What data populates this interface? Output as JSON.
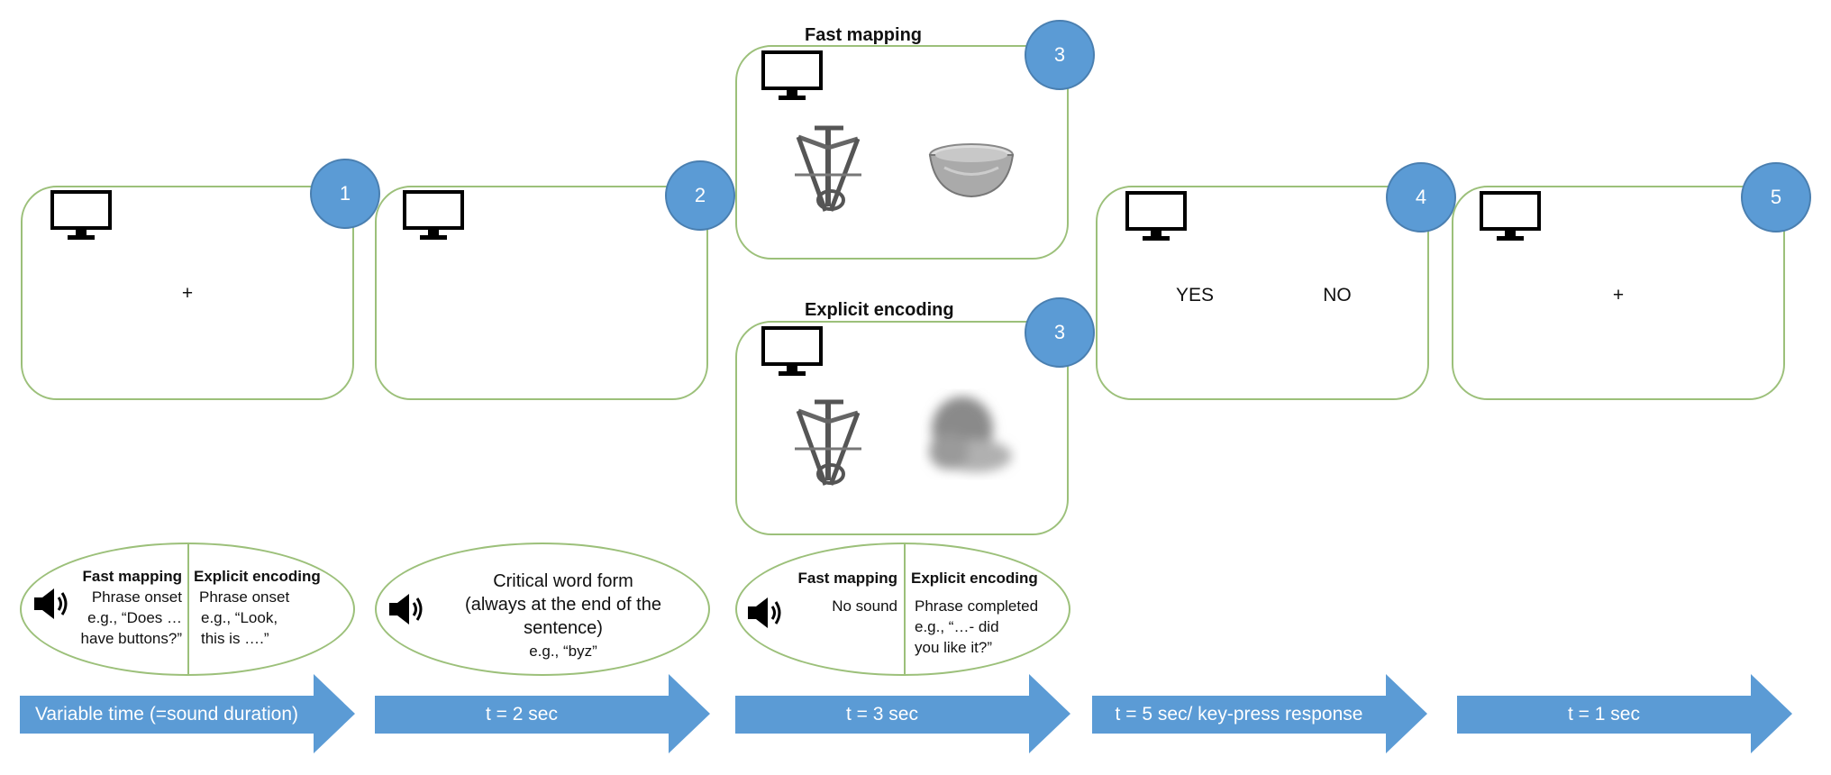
{
  "stages": [
    {
      "number": "1",
      "content": "+"
    },
    {
      "number": "2",
      "content": ""
    },
    {
      "number": "3",
      "title": "Fast mapping"
    },
    {
      "number": "3",
      "title": "Explicit encoding"
    },
    {
      "number": "4",
      "yes": "YES",
      "no": "NO"
    },
    {
      "number": "5",
      "content": "+"
    }
  ],
  "sounds": {
    "s1": {
      "left_title": "Fast mapping",
      "left_line1": "Phrase onset",
      "left_line2": "e.g., “Does …",
      "left_line3": "have buttons?”",
      "right_title": "Explicit encoding",
      "right_line1": "Phrase onset",
      "right_line2": "e.g., “Look,",
      "right_line3": "this is ….”"
    },
    "s2": {
      "line1": "Critical word form",
      "line2": "(always at the end of the",
      "line3": "sentence)",
      "line4": "e.g., “byz”"
    },
    "s3": {
      "left_title": "Fast mapping",
      "left_line1": "No sound",
      "right_title": "Explicit encoding",
      "right_line1": "Phrase completed",
      "right_line2": "e.g., “…- did",
      "right_line3": "you like   it?”"
    }
  },
  "timeline": [
    "Variable time (=sound duration)",
    "t = 2 sec",
    "t = 3 sec",
    "t = 5 sec/ key-press response",
    "t = 1 sec"
  ],
  "colors": {
    "badge": "#5b9bd5",
    "arrow": "#5b9bd5",
    "frame": "#9cc07a"
  },
  "icons": [
    "monitor-icon",
    "speaker-icon",
    "tripod-object",
    "bowl-object",
    "blurred-object"
  ]
}
